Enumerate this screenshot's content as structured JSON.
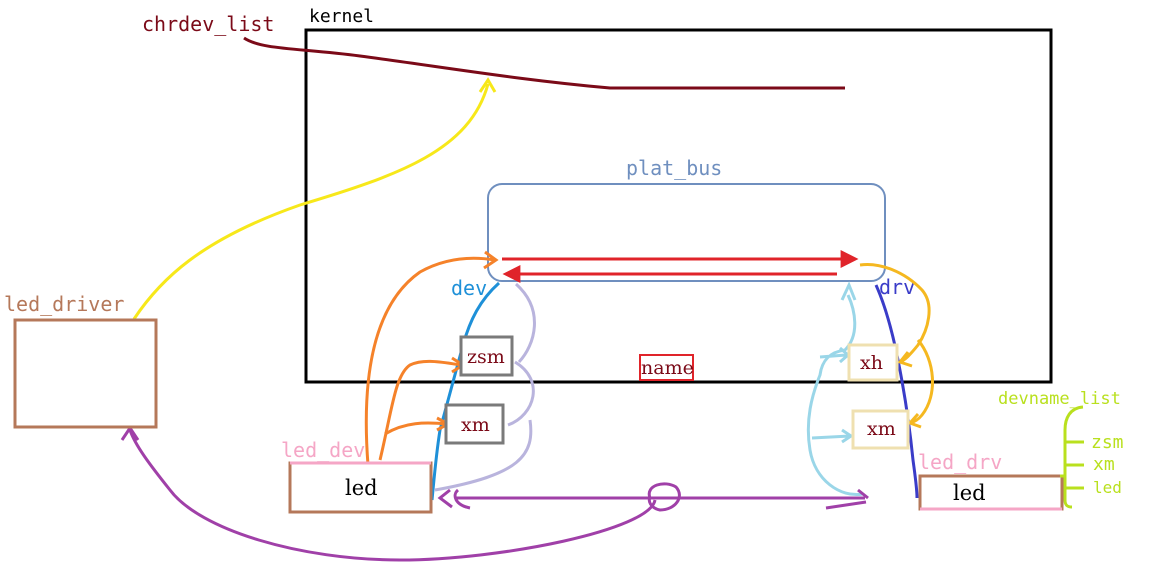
{
  "labels": {
    "chrdev_list": "chrdev_list",
    "kernel": "kernel",
    "plat_bus": "plat_bus",
    "dev": "dev",
    "drv": "drv",
    "led_driver": "led_driver",
    "led_dev": "led_dev",
    "led_drv": "led_drv",
    "devname_list": "devname_list",
    "name": "name"
  },
  "dev_nodes": {
    "led": "led",
    "zsm": "zsm",
    "xm": "xm"
  },
  "drv_nodes": {
    "led": "led",
    "xh": "xh",
    "xm": "xm"
  },
  "devname_items": [
    "zsm",
    "xm",
    "led"
  ],
  "colors": {
    "chrdev": "#7b0a18",
    "kernel_border": "#000000",
    "plat_bus": "#6f8fbf",
    "red_arrow": "#e0242a",
    "dev_line": "#1e90d8",
    "drv_line": "#3a3cc8",
    "orange": "#f5822a",
    "yellow": "#f7e81a",
    "gold": "#f5b820",
    "lavender": "#b9b4dd",
    "light_blue": "#9ad6e8",
    "purple": "#a040a8",
    "brown_box": "#b5785a",
    "pink": "#f5a6c6",
    "lime": "#b9e01e",
    "gray_box": "#7a7a7a",
    "beige_box": "#efe0b0"
  }
}
